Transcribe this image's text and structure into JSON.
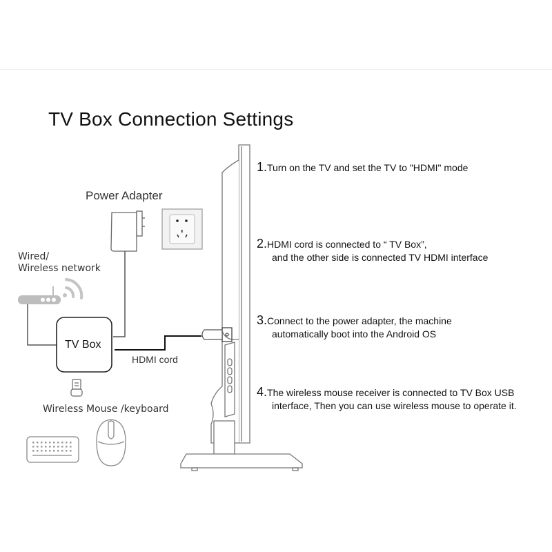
{
  "title": "TV Box Connection Settings",
  "labels": {
    "power_adapter": "Power Adapter",
    "network_line1": "Wired/",
    "network_line2": "Wireless network",
    "tv_box": "TV Box",
    "hdmi_cord": "HDMI cord",
    "mouse_keyboard": "Wireless Mouse /keyboard"
  },
  "steps": [
    {
      "num": "1.",
      "line1": "Turn on the TV and set the TV to \"HDMI\" mode",
      "line2": ""
    },
    {
      "num": "2.",
      "line1": "HDMI cord is connected to “ TV Box”,",
      "line2": "and the other side is connected TV HDMI interface"
    },
    {
      "num": "3.",
      "line1": "Connect to the power adapter, the machine",
      "line2": "automatically boot into the Android OS"
    },
    {
      "num": "4.",
      "line1": "The wireless mouse receiver is connected to TV  Box USB",
      "line2": "interface, Then you can use wireless mouse to operate it."
    }
  ],
  "icons": [
    "power-adapter-icon",
    "wall-socket-icon",
    "router-icon",
    "wifi-icon",
    "tv-box-icon",
    "usb-receiver-icon",
    "keyboard-icon",
    "mouse-icon",
    "tv-side-view-icon"
  ]
}
